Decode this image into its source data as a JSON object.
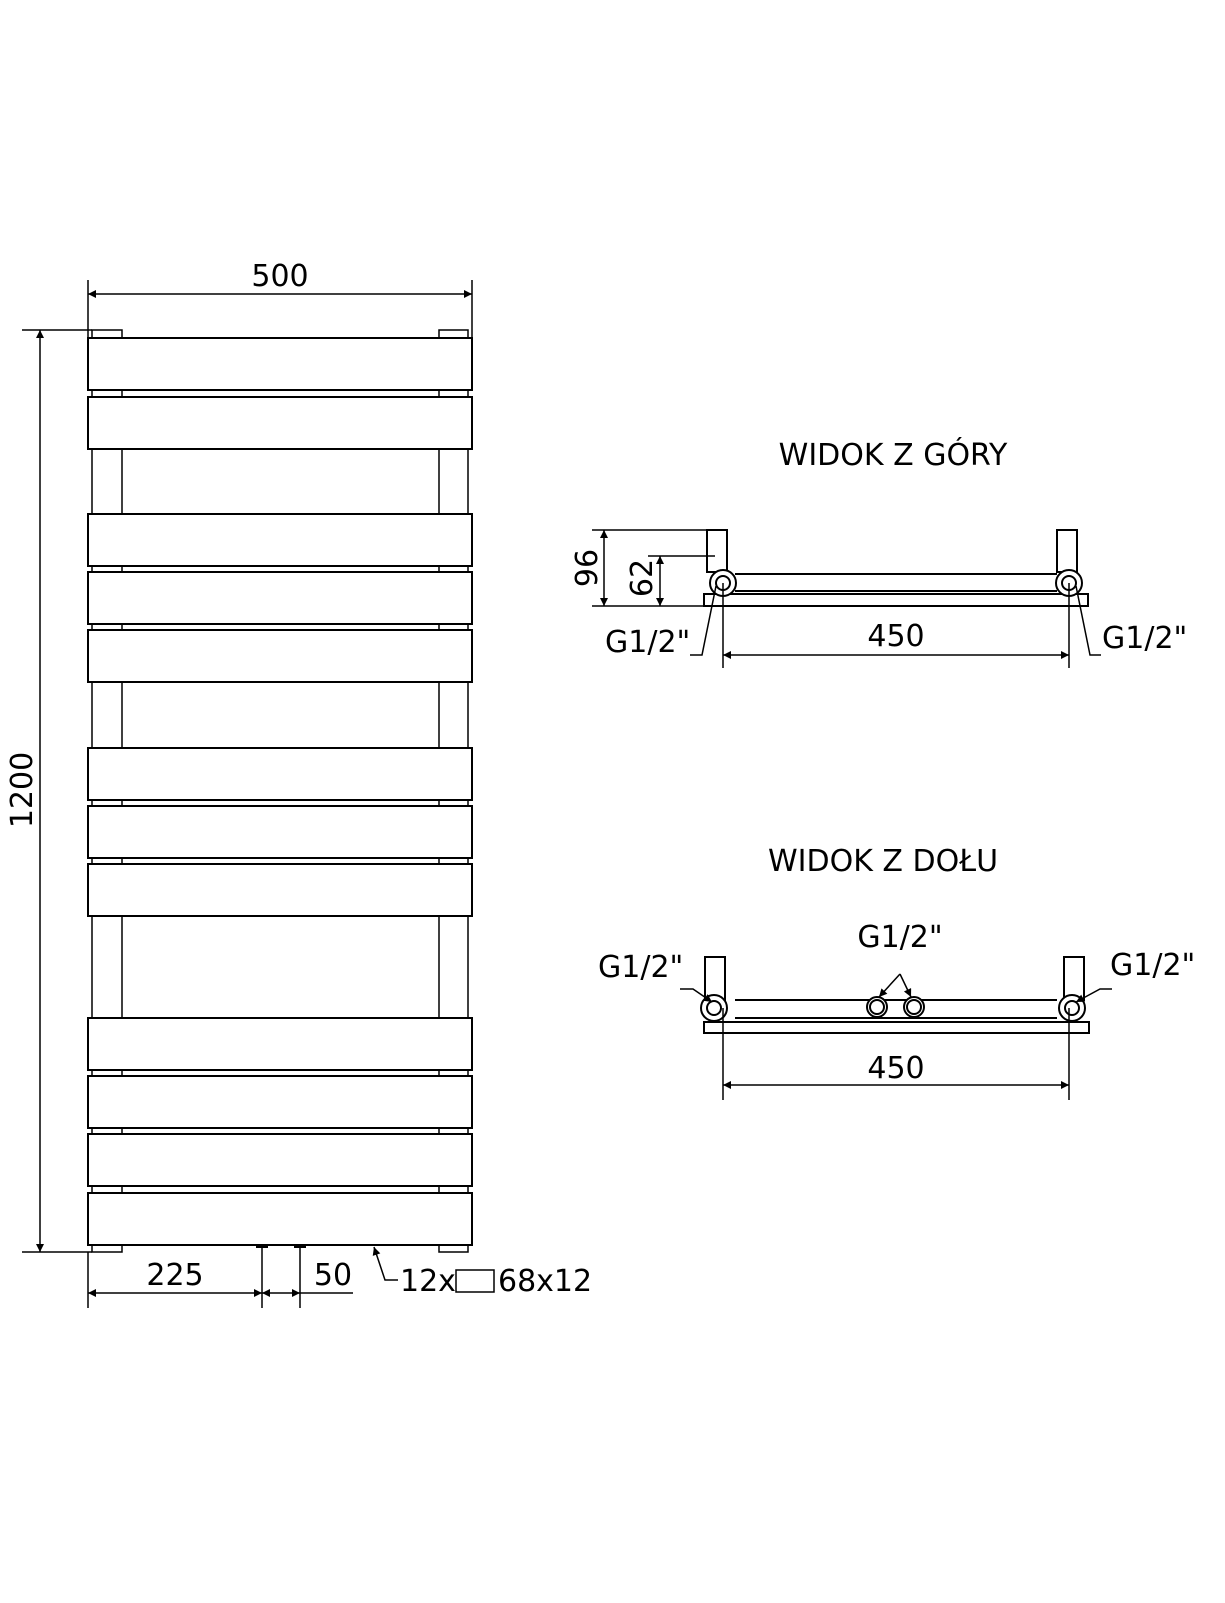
{
  "front_view": {
    "width_label": "500",
    "height_label": "1200",
    "offset_label": "225",
    "spacing_label": "50",
    "panel_count_label": "12x",
    "panel_size_label": "68x12"
  },
  "top_view": {
    "title": "WIDOK Z GÓRY",
    "depth_label": "96",
    "axis_label": "62",
    "span_label": "450",
    "left_connection": "G1/2\"",
    "right_connection": "G1/2\""
  },
  "bottom_view": {
    "title": "WIDOK Z DOŁU",
    "span_label": "450",
    "left_connection": "G1/2\"",
    "center_connection": "G1/2\"",
    "right_connection": "G1/2\""
  }
}
